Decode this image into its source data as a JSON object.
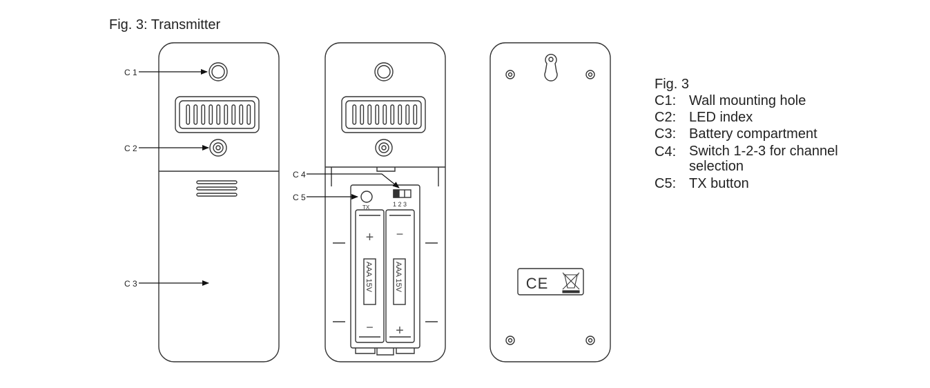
{
  "figure_title": "Fig. 3: Transmitter",
  "callouts": {
    "c1": "C 1",
    "c2": "C 2",
    "c3": "C 3",
    "c4": "C 4",
    "c5": "C 5"
  },
  "device_marks": {
    "tx": "TX",
    "switch_numbers": "1 2 3",
    "battery_left": "AAA 15V",
    "battery_right": "AAA 15V",
    "plus": "+",
    "minus": "−",
    "ce": "CE"
  },
  "legend": {
    "heading": "Fig. 3",
    "items": [
      {
        "code": "C1:",
        "text": "Wall mounting hole"
      },
      {
        "code": "C2:",
        "text": "LED index"
      },
      {
        "code": "C3:",
        "text": "Battery compartment"
      },
      {
        "code": "C4:",
        "text": "Switch 1-2-3 for channel selection"
      },
      {
        "code": "C5:",
        "text": "TX button"
      }
    ]
  }
}
